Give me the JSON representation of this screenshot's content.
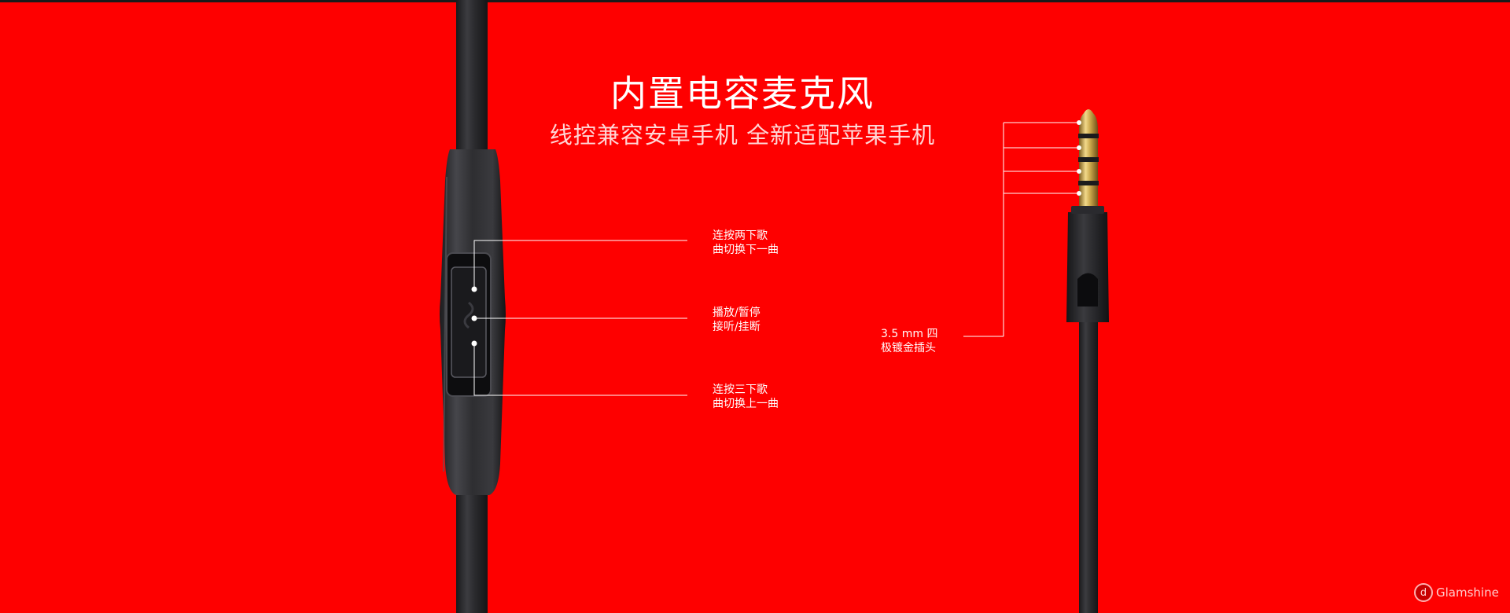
{
  "heading": {
    "title": "内置电容麦克风",
    "subtitle": "线控兼容安卓手机 全新适配苹果手机"
  },
  "remote_labels": [
    {
      "line1": "连按两下歌",
      "line2": "曲切换下一曲"
    },
    {
      "line1": "播放/暂停",
      "line2": "接听/挂断"
    },
    {
      "line1": "连按三下歌",
      "line2": "曲切换上一曲"
    }
  ],
  "plug_label": {
    "line1": "3.5 mm 四",
    "line2": "极镀金插头"
  },
  "brand": {
    "name": "Glamshine",
    "mark": "d"
  },
  "colors": {
    "background": "#fe0000",
    "cable": "#2b2b2e",
    "gold": "#c9a64a"
  }
}
